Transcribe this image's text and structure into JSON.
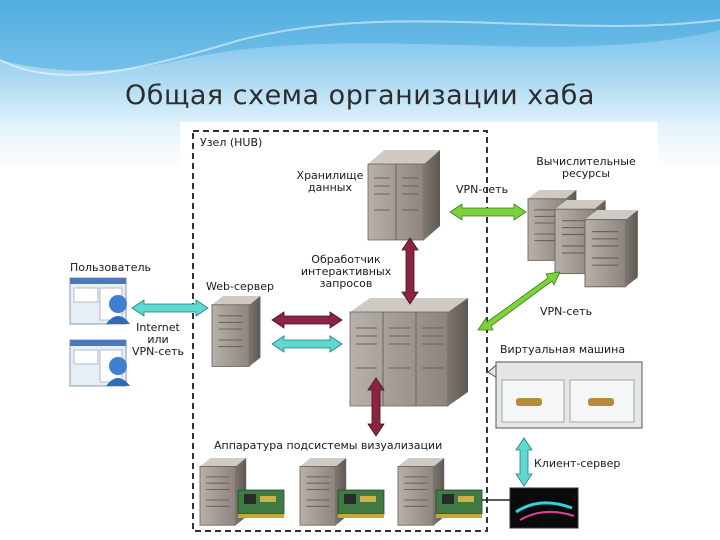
{
  "slide": {
    "title": "Общая схема организации хаба"
  },
  "diagram": {
    "hub_label": "Узел (HUB)",
    "storage_label": "Хранилище\nданных",
    "vpn_top_label": "VPN-сеть",
    "compute_label": "Вычислительные\nресурсы",
    "user_label": "Пользователь",
    "web_server_label": "Web-сервер",
    "handler_label": "Обработчик\nинтерактивных\nзапросов",
    "vpn_mid_label": "VPN-сеть",
    "internet_label": "Internet\nили\nVPN-сеть",
    "vm_label": "Виртуальная машина",
    "viz_label": "Аппаратура подсистемы визуализации",
    "client_server_label": "Клиент-сервер"
  },
  "colors": {
    "arrow_green": "#7bd23a",
    "arrow_cyan": "#5fd8d2",
    "arrow_purple": "#8a2440",
    "server_body": "#9e958d",
    "hub_border": "#333333"
  }
}
